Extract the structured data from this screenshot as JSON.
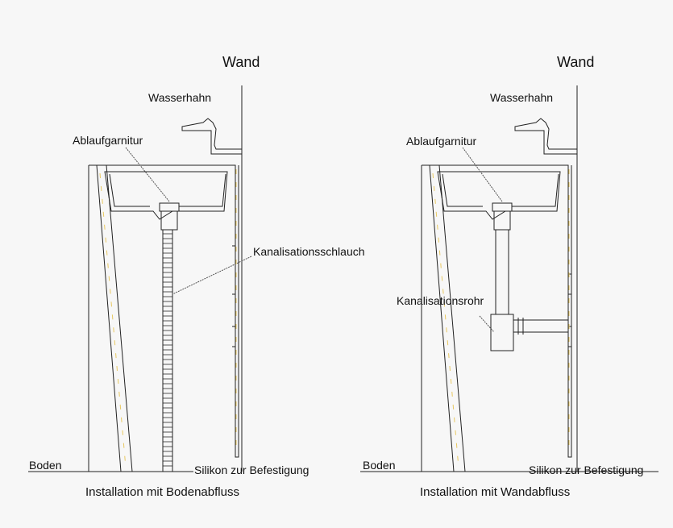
{
  "diagrams": [
    {
      "wall_label": "Wand",
      "faucet_label": "Wasserhahn",
      "drain_label": "Ablaufgarnitur",
      "pipe_label": "Kanalisationsschlauch",
      "floor_label": "Boden",
      "silicone_label": "Silikon zur Befestigung",
      "caption": "Installation mit Bodenabfluss"
    },
    {
      "wall_label": "Wand",
      "faucet_label": "Wasserhahn",
      "drain_label": "Ablaufgarnitur",
      "pipe_label": "Kanalisationsrohr",
      "floor_label": "Boden",
      "silicone_label": "Silikon zur Befestigung",
      "caption": "Installation mit Wandabfluss"
    }
  ]
}
